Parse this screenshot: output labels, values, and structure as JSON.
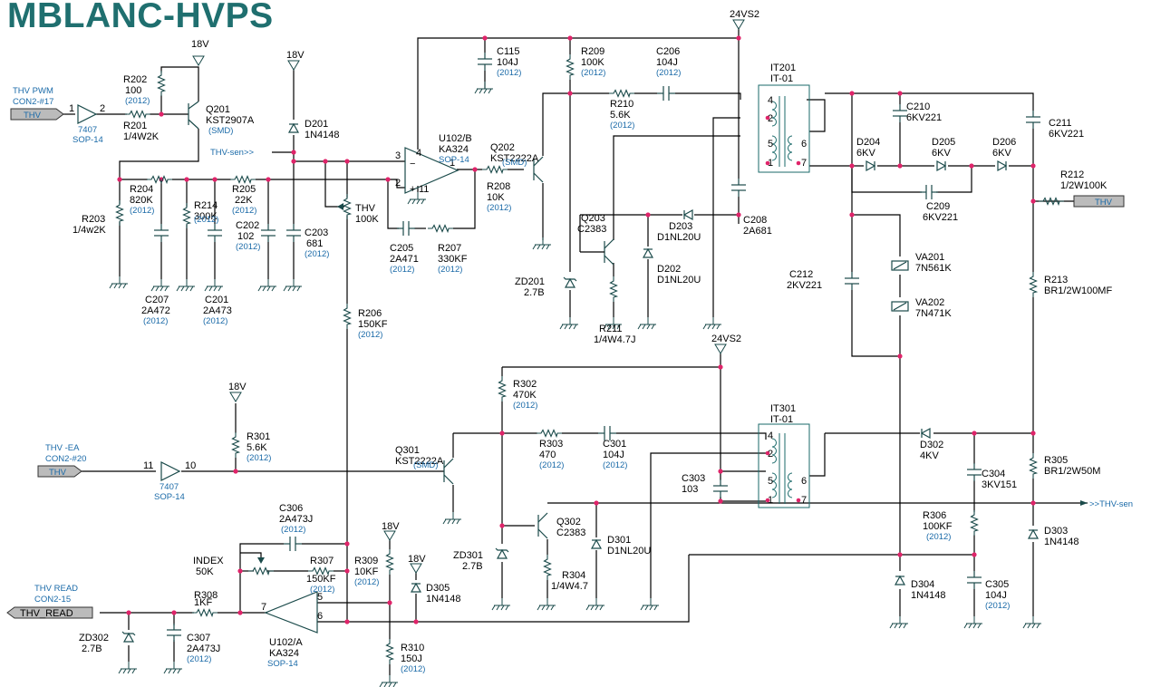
{
  "title": "MBLANC-HVPS",
  "nets": {
    "s18v_a": "18V",
    "s18v_b": "18V",
    "s18v_c": "18V",
    "s18v_d": "18V",
    "s18v_e": "18V",
    "s24a": "24VS2",
    "s24b": "24VS2",
    "thv_sen_in": "THV-sen>>",
    "thv_sen_out": ">>THV-sen"
  },
  "ports": {
    "pwm_name": "THV PWM",
    "pwm_con": "CON2-#17",
    "pwm_tag": "THV",
    "ea_name": "THV -EA",
    "ea_con": "CON2-#20",
    "ea_tag": "THV",
    "read_name": "THV READ",
    "read_con": "CON2-15",
    "read_tag": "THV_READ",
    "out_tag": "THV"
  },
  "pins": {
    "p7407a_in": "1",
    "p7407a_out": "2",
    "p7407b_in": "11",
    "p7407b_out": "10",
    "u102b_3": "3",
    "u102b_2": "2",
    "u102b_4": "4",
    "u102b_11": "11",
    "u102b_1": "1",
    "u102a_5": "5",
    "u102a_6": "6",
    "u102a_7": "7",
    "it201_4": "4",
    "it201_2": "2",
    "it201_5": "5",
    "it201_1": "1",
    "it201_6": "6",
    "it201_7": "7",
    "it301_4": "4",
    "it301_2": "2",
    "it301_5": "5",
    "it301_1": "1",
    "it301_6": "6",
    "it301_7": "7"
  },
  "labels": {
    "g7407a": "7407",
    "g7407a_pkg": "SOP-14",
    "g7407b": "7407",
    "g7407b_pkg": "SOP-14",
    "r202": "R202",
    "r202v": "100",
    "r202c": "(2012)",
    "r201": "R201",
    "r201v": "1/4W2K",
    "q201": "Q201",
    "q201v": "KST2907A",
    "q201c": "(SMD)",
    "d201": "D201",
    "d201v": "1N4148",
    "r204": "R204",
    "r204v": "820K",
    "r204c": "(2012)",
    "r205": "R205",
    "r205v": "22K",
    "r205c": "(2012)",
    "r214": "R214",
    "r214v": "300K",
    "r214c": "(2012)",
    "r203": "R203",
    "r203v": "1/4w2K",
    "c202": "C202",
    "c202v": "102",
    "c202c": "(2012)",
    "c203": "C203",
    "c203v": "681",
    "c203c": "(2012)",
    "c207": "C207",
    "c207v": "2A472",
    "c207c": "(2012)",
    "c201": "C201",
    "c201v": "2A473",
    "c201c": "(2012)",
    "thv": "THV",
    "thvv": "100K",
    "u102b": "U102/B",
    "u102bv": "KA324",
    "u102bp": "SOP-14",
    "c205": "C205",
    "c205v": "2A471",
    "c205c": "(2012)",
    "r207": "R207",
    "r207v": "330KF",
    "r207c": "(2012)",
    "q202": "Q202",
    "q202v": "KST2222A",
    "q202c": "(SMD)",
    "r208": "R208",
    "r208v": "10K",
    "r208c": "(2012)",
    "r206": "R206",
    "r206v": "150KF",
    "r206c": "(2012)",
    "c115": "C115",
    "c115v": "104J",
    "c115c": "(2012)",
    "r209": "R209",
    "r209v": "100K",
    "r209c": "(2012)",
    "c206": "C206",
    "c206v": "104J",
    "c206c": "(2012)",
    "r210": "R210",
    "r210v": "5.6K",
    "r210c": "(2012)",
    "it201": "IT201",
    "it201v": "IT-01",
    "q203": "Q203",
    "q203v": "C2383",
    "d203": "D203",
    "d203v": "D1NL20U",
    "d202": "D202",
    "d202v": "D1NL20U",
    "c208": "C208",
    "c208v": "2A681",
    "zd201": "ZD201",
    "zd201v": "2.7B",
    "r211": "R211",
    "r211v": "1/4W4.7J",
    "c210": "C210",
    "c210v": "6KV221",
    "c211": "C211",
    "c211v": "6KV221",
    "d204": "D204",
    "d204v": "6KV",
    "d205": "D205",
    "d205v": "6KV",
    "d206": "D206",
    "d206v": "6KV",
    "r212": "R212",
    "r212v": "1/2W100K",
    "c209": "C209",
    "c209v": "6KV221",
    "c212": "C212",
    "c212v": "2KV221",
    "va201": "VA201",
    "va201v": "7N561K",
    "va202": "VA202",
    "va202v": "7N471K",
    "r213": "R213",
    "r213v": "BR1/2W100MF",
    "r302": "R302",
    "r302v": "470K",
    "r302c": "(2012)",
    "r301": "R301",
    "r301v": "5.6K",
    "r301c": "(2012)",
    "r303": "R303",
    "r303v": "470",
    "r303c": "(2012)",
    "c301": "C301",
    "c301v": "104J",
    "c301c": "(2012)",
    "q301": "Q301",
    "q301v": "KST2222A",
    "q301c": "(SMD)",
    "it301": "IT301",
    "it301v": "IT-01",
    "c303": "C303",
    "c303v": "103",
    "d302": "D302",
    "d302v": "4KV",
    "c304": "C304",
    "c304v": "3KV151",
    "r305": "R305",
    "r305v": "BR1/2W50M",
    "q302": "Q302",
    "q302v": "C2383",
    "d301": "D301",
    "d301v": "D1NL20U",
    "zd301": "ZD301",
    "zd301v": "2.7B",
    "r304": "R304",
    "r304v": "1/4W4.7",
    "r306": "R306",
    "r306v": "100KF",
    "r306c": "(2012)",
    "d303": "D303",
    "d303v": "1N4148",
    "d304": "D304",
    "d304v": "1N4148",
    "c305": "C305",
    "c305v": "104J",
    "c305c": "(2012)",
    "c306": "C306",
    "c306v": "2A473J",
    "c306c": "(2012)",
    "index": "INDEX",
    "indexv": "50K",
    "r307": "R307",
    "r307v": "150KF",
    "r307c": "(2012)",
    "r309": "R309",
    "r309v": "10KF",
    "r309c": "(2012)",
    "d305": "D305",
    "d305v": "1N4148",
    "r308": "R308",
    "r308v": "1KF",
    "u102a": "U102/A",
    "u102av": "KA324",
    "u102ap": "SOP-14",
    "zd302": "ZD302",
    "zd302v": "2.7B",
    "c307": "C307",
    "c307v": "2A473J",
    "c307c": "(2012)",
    "r310": "R310",
    "r310v": "150J",
    "r310c": "(2012)"
  }
}
